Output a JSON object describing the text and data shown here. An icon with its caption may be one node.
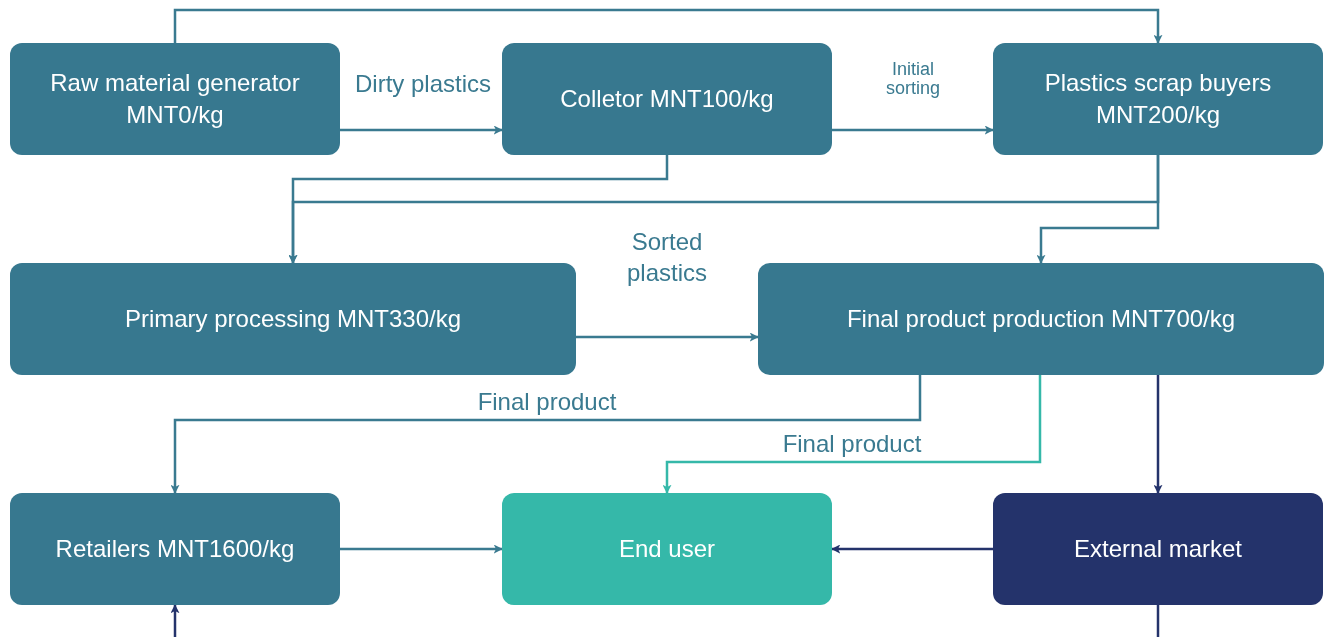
{
  "diagram": {
    "nodes": [
      {
        "text": [
          "Raw material generator MNT0/kg"
        ]
      },
      {
        "text": [
          "Colletor MNT100/kg"
        ]
      },
      {
        "text": [
          "Plastics scrap buyers MNT200/kg"
        ]
      },
      {
        "text": [
          "Primary processing MNT330/kg"
        ]
      },
      {
        "text": [
          "Final product production MNT700/kg"
        ]
      },
      {
        "text": [
          "Retailers MNT1600/kg"
        ]
      },
      {
        "text": [
          "End user"
        ]
      },
      {
        "text": [
          "External market"
        ]
      }
    ],
    "edges": [
      {
        "from": 0,
        "to": 2,
        "arrow": "to"
      },
      {
        "from": 0,
        "to": 1,
        "arrow": "to",
        "label": "Dirty plastics"
      },
      {
        "from": 1,
        "to": 2,
        "arrow": "to",
        "label": "Initial sorting"
      },
      {
        "from": 1,
        "to": 3,
        "arrow": "to"
      },
      {
        "from": 2,
        "to": 3,
        "arrow": "to"
      },
      {
        "from": 2,
        "to": 4,
        "arrow": "to"
      },
      {
        "from": 3,
        "to": 4,
        "arrow": "to"
      },
      {
        "from": 4,
        "to": 5,
        "arrow": "to",
        "label": "Final product"
      },
      {
        "from": 4,
        "to": 6,
        "arrow": "to",
        "label": "Final product",
        "color": "#35b8a9"
      },
      {
        "from": 4,
        "to": 7,
        "arrow": "to",
        "color": "#24336b"
      },
      {
        "from": 5,
        "to": 6,
        "arrow": "to"
      },
      {
        "from": 7,
        "to": 6,
        "arrow": "to",
        "color": "#24336b"
      },
      {
        "from": null,
        "to": 5,
        "arrow": "to",
        "color": "#24336b"
      },
      {
        "from": 7,
        "to": null,
        "arrow": "none",
        "color": "#24336b"
      }
    ],
    "labels": [
      "Sorted plastics"
    ]
  }
}
